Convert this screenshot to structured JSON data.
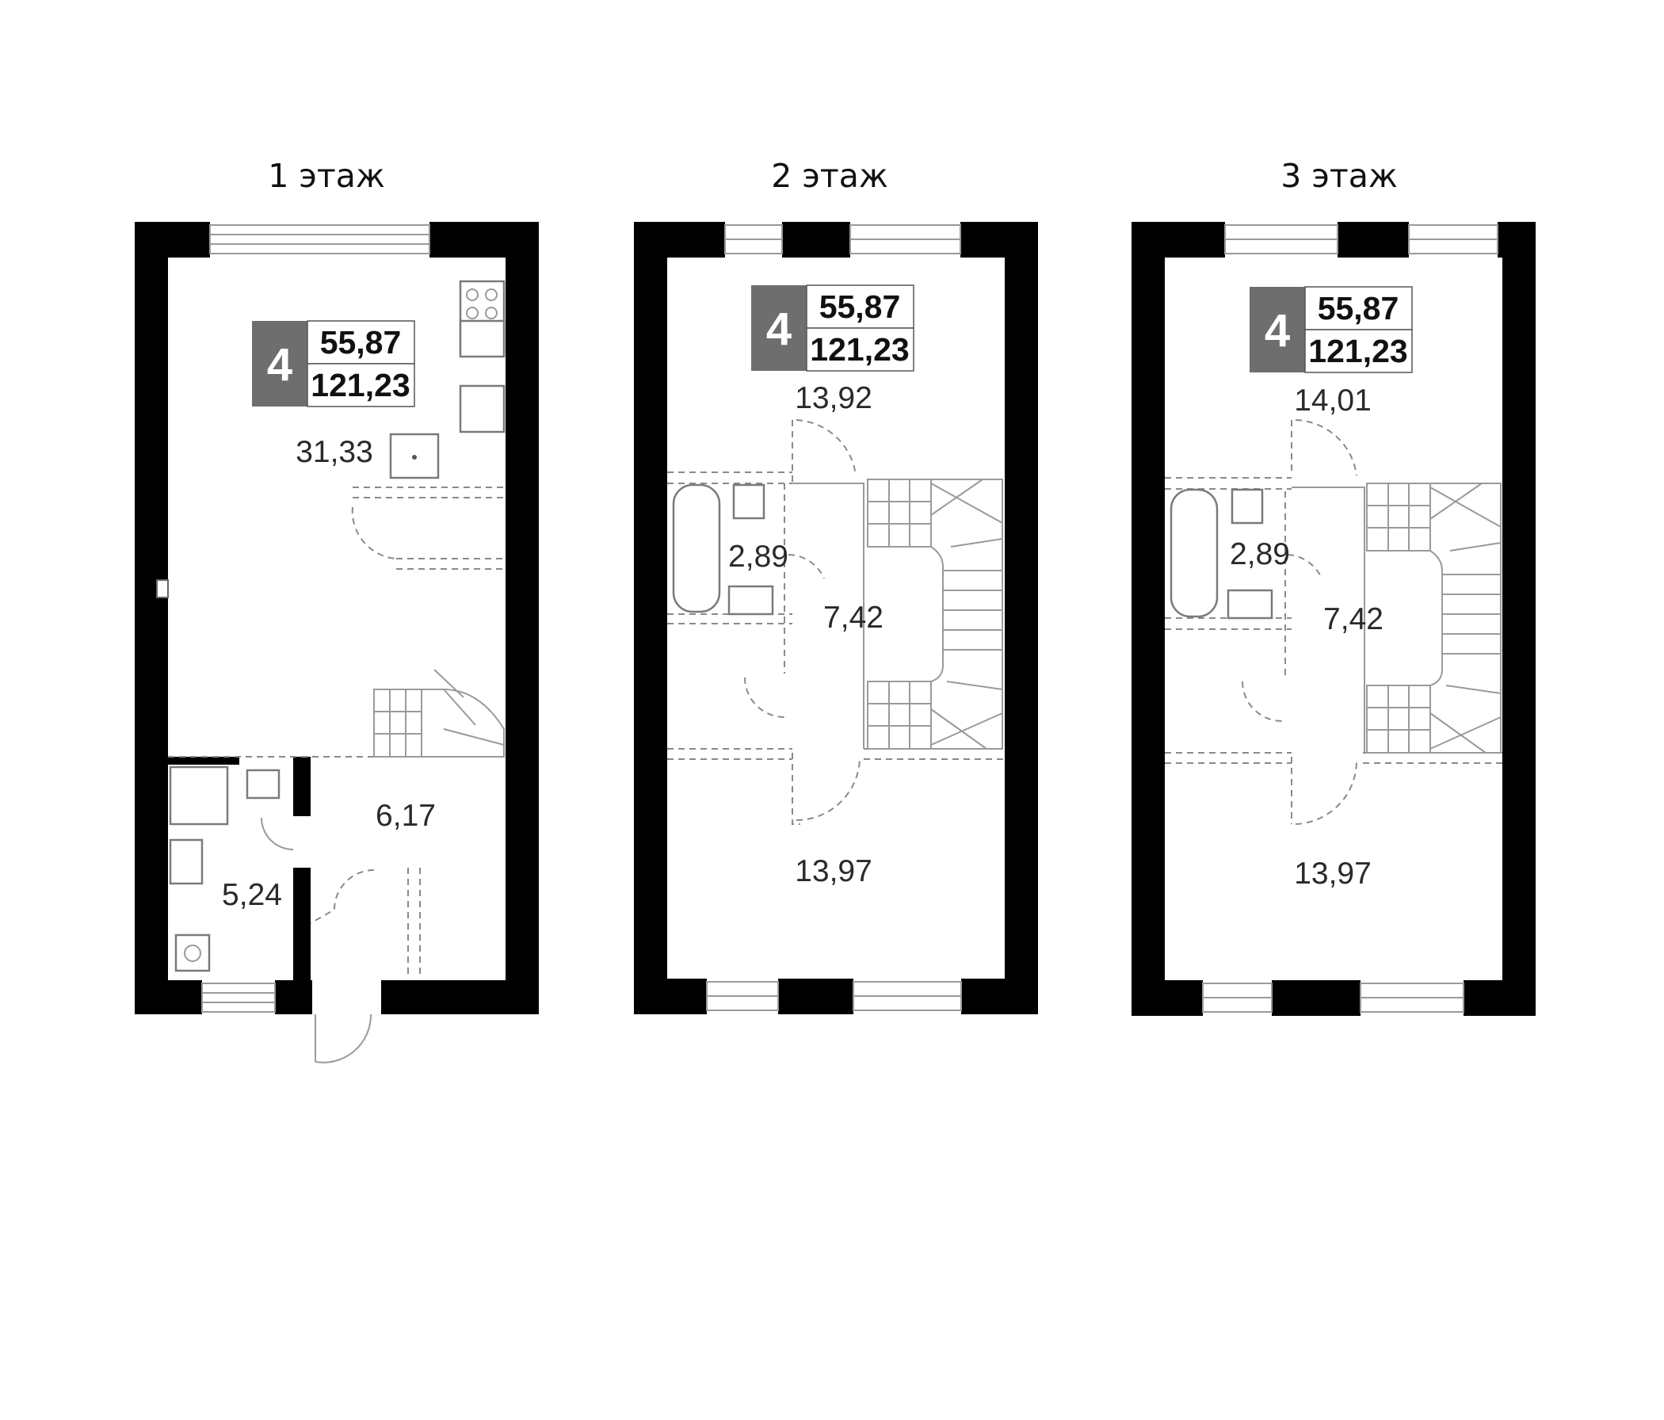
{
  "floors": [
    {
      "title": "1 этаж",
      "badge": {
        "rooms": "4",
        "living_area": "55,87",
        "total_area": "121,23"
      },
      "rooms": [
        "31,33",
        "6,17",
        "5,24"
      ]
    },
    {
      "title": "2 этаж",
      "badge": {
        "rooms": "4",
        "living_area": "55,87",
        "total_area": "121,23"
      },
      "rooms": [
        "13,92",
        "2,89",
        "7,42",
        "13,97"
      ]
    },
    {
      "title": "3 этаж",
      "badge": {
        "rooms": "4",
        "living_area": "55,87",
        "total_area": "121,23"
      },
      "rooms": [
        "14,01",
        "2,89",
        "7,42",
        "13,97"
      ]
    }
  ],
  "colors": {
    "wall": "#000000",
    "badge_fill": "#6e6e6e",
    "fixture_line": "#8a8a8a"
  }
}
